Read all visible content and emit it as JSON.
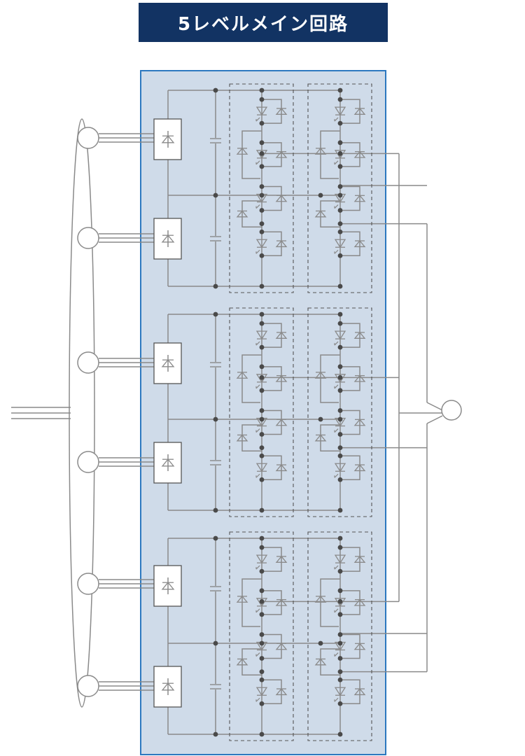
{
  "title": "5レベルメイン回路",
  "colors": {
    "banner": "#123363",
    "panel_fill": "#cfdbe9",
    "panel_border": "#2c78bf",
    "wire": "#8a8a8a",
    "node": "#4a4a4a",
    "module_border": "#555555"
  },
  "diagram": {
    "stages": 3,
    "modules_per_stage": 2,
    "rectifiers_per_stage": 2,
    "transformer_windings": 6,
    "components": [
      "transformer-icon",
      "rectifier-icon",
      "capacitor-icon",
      "igbt-icon",
      "diode-icon",
      "motor-icon"
    ]
  }
}
